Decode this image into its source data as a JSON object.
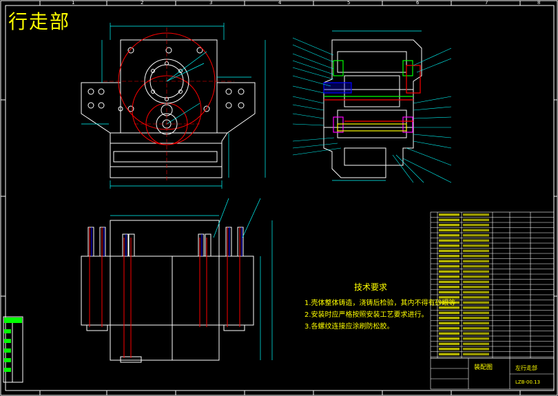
{
  "drawing": {
    "title": "行走部",
    "grid_columns": [
      "1",
      "2",
      "3",
      "4",
      "5",
      "6",
      "7",
      "8"
    ],
    "tech_requirements": {
      "title": "技术要求",
      "items": [
        "1.壳体整体铸造，浇铸后检验，其内不得有砂眼等",
        "2.安装时应严格按照安装工艺要求进行。",
        "3.各螺纹连接应涂刷防松胶。"
      ]
    },
    "title_block": {
      "drawing_name": "左行走部",
      "sheet_label": "装配图",
      "drawing_number": "LZB-00.13"
    }
  },
  "colors": {
    "background": "#000000",
    "frame": "#ffffff",
    "outline": "#ffffff",
    "red_lines": "#ff0000",
    "dimension": "#00ffff",
    "text_yellow": "#ffff00",
    "green_block": "#00ff00",
    "magenta": "#ff00ff",
    "blue": "#0000ff"
  }
}
